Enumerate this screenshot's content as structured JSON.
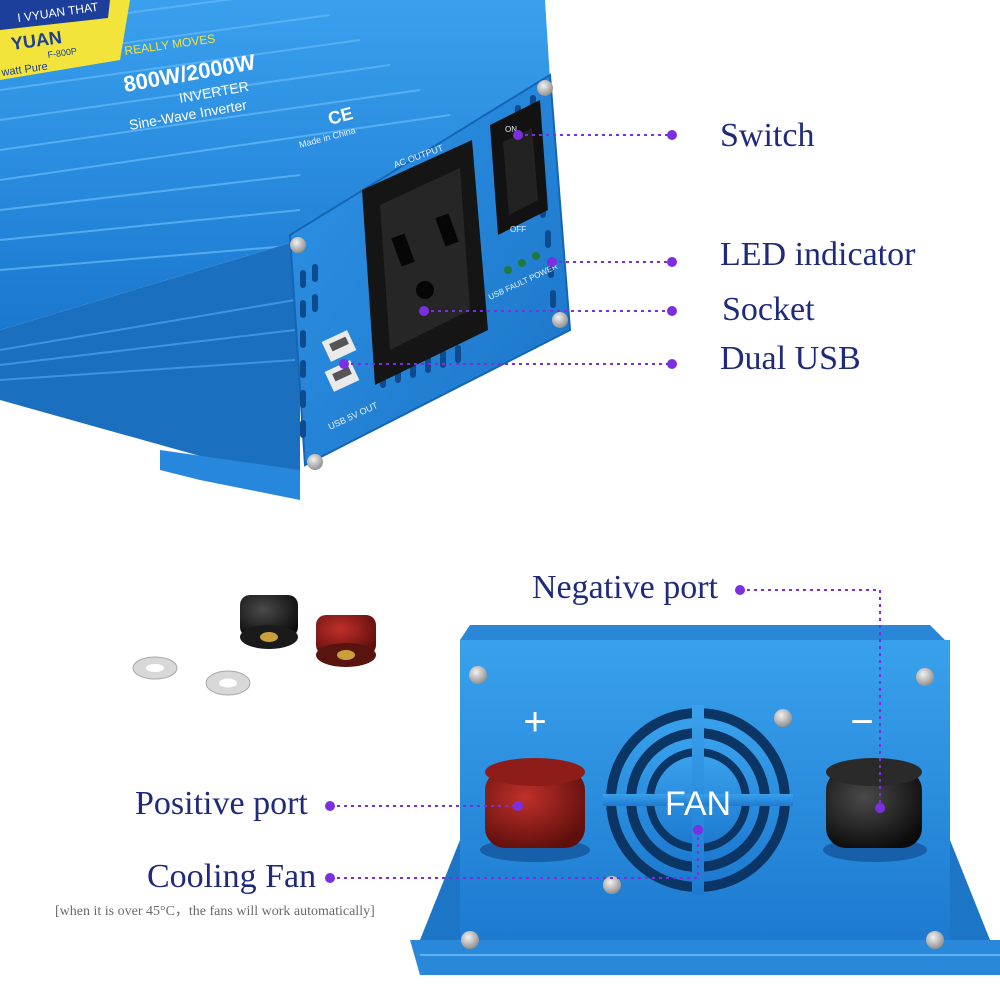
{
  "colors": {
    "accent": "#7b2fe0",
    "label": "#1f2a7a",
    "body_blue": "#2b8ee0"
  },
  "product": {
    "brand": "YUAN",
    "brand_tagline": "I VYUAN THAT",
    "model": "F-800P",
    "power_rating": "800W/2000W",
    "type_line": "INVERTER",
    "wave_line": "Sine-Wave Inverter",
    "slogan": "REALLY MOVES",
    "pure_line": "watt Pure",
    "ce_mark": "CE",
    "made_in": "Made in China",
    "ac_output": "AC OUTPUT",
    "switch_on": "ON",
    "switch_off": "OFF",
    "led_labels": "USB FAULT POWER",
    "usb_label": "USB 5V OUT",
    "fan_text": "FAN",
    "plus_sign": "+",
    "minus_sign": "−"
  },
  "callouts": {
    "switch": "Switch",
    "led_indicator": "LED indicator",
    "socket": "Socket",
    "dual_usb": "Dual USB",
    "negative_port": "Negative port",
    "positive_port": "Positive port",
    "cooling_fan": "Cooling Fan",
    "cooling_fan_note": "[when it is over 45°C，the fans will work automatically]"
  }
}
